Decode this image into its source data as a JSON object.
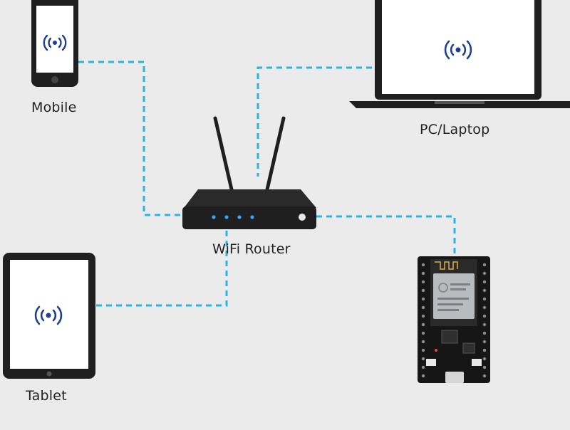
{
  "devices": {
    "mobile": {
      "label": "Mobile",
      "icon": "wifi-signal-icon"
    },
    "laptop": {
      "label": "PC/Laptop",
      "icon": "wifi-signal-icon"
    },
    "router": {
      "label": "WiFi Router",
      "icon": "router-icon"
    },
    "tablet": {
      "label": "Tablet",
      "icon": "wifi-signal-icon"
    },
    "esp32": {
      "label": "",
      "icon": "esp32-board-icon"
    }
  },
  "connections": [
    {
      "from": "mobile",
      "to": "router"
    },
    {
      "from": "laptop",
      "to": "router"
    },
    {
      "from": "tablet",
      "to": "router"
    },
    {
      "from": "esp32",
      "to": "router"
    }
  ],
  "colors": {
    "background": "#ebebeb",
    "link": "#2bb4e0",
    "device": "#1f1f1f",
    "screen": "#ffffff",
    "wifi_icon": "#1e3f91",
    "router_led": "#3aa3f5"
  }
}
